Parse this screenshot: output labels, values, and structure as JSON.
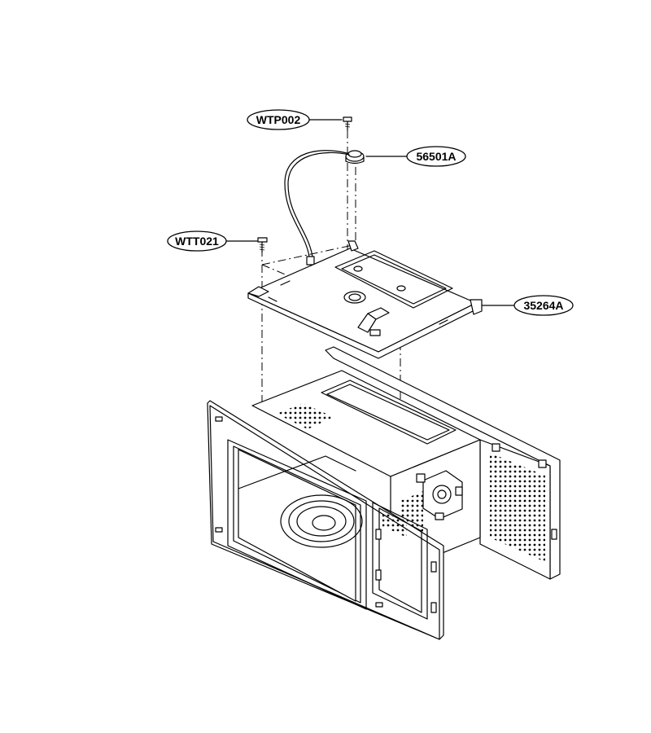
{
  "callouts": [
    {
      "id": "wtp002",
      "label": "WTP002"
    },
    {
      "id": "56501a",
      "label": "56501A"
    },
    {
      "id": "wtt021",
      "label": "WTT021"
    },
    {
      "id": "35264a",
      "label": "35264A"
    }
  ]
}
